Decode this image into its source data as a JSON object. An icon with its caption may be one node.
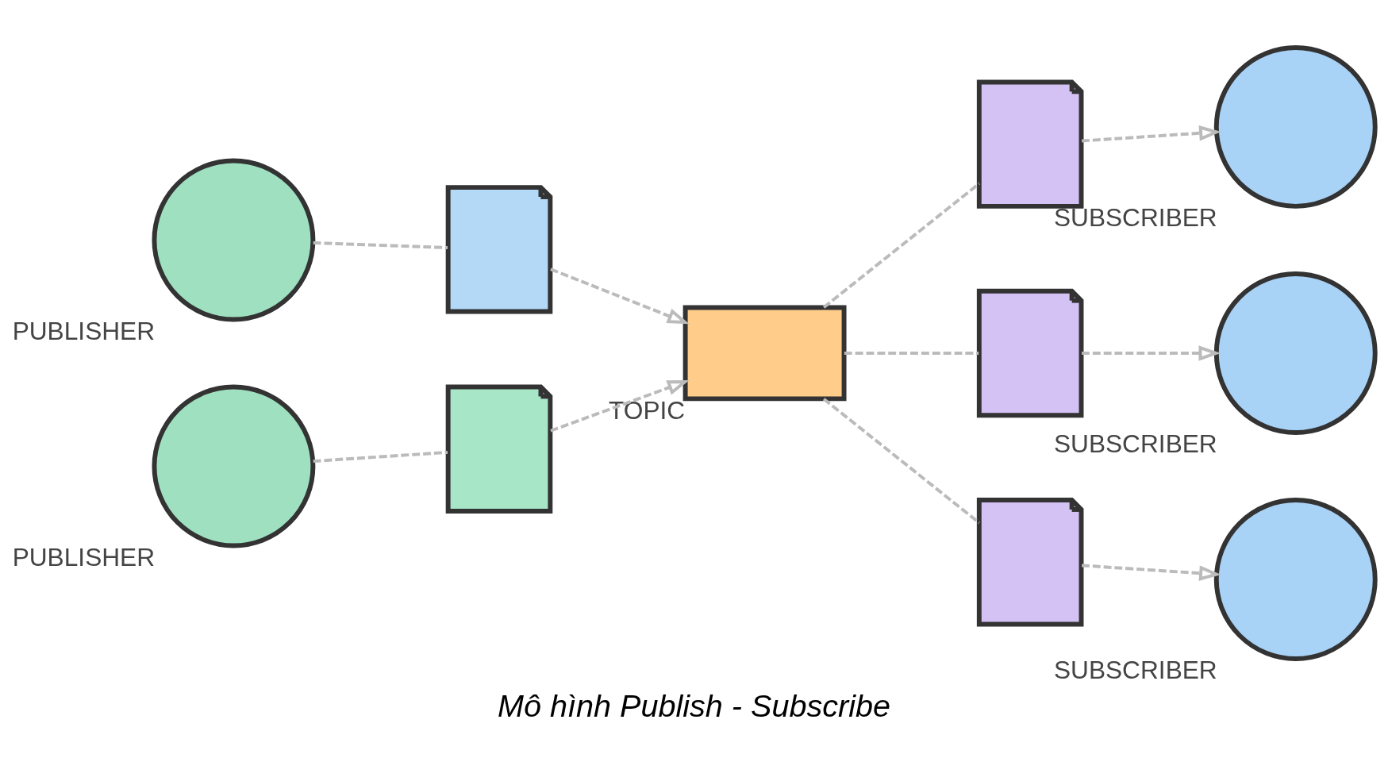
{
  "diagram": {
    "caption": "Mô hình Publish - Subscribe",
    "nodes": [
      {
        "text": [
          "PUBLISHER"
        ]
      },
      {
        "text": [
          "PUBLISHER"
        ]
      },
      {
        "text": [],
        "shape": "picture"
      },
      {
        "text": [],
        "shape": "picture"
      },
      {
        "text": [
          "TOPIC"
        ]
      },
      {
        "text": [],
        "shape": "picture"
      },
      {
        "text": [],
        "shape": "picture"
      },
      {
        "text": [],
        "shape": "picture"
      },
      {
        "text": [
          "SUBSCRIBER"
        ]
      },
      {
        "text": [
          "SUBSCRIBER"
        ]
      },
      {
        "text": [
          "SUBSCRIBER"
        ]
      }
    ],
    "edges": [
      {
        "from": 0,
        "to": 2,
        "arrow": "none",
        "style": "dashed"
      },
      {
        "from": 2,
        "to": 4,
        "arrow": "to",
        "style": "dashed"
      },
      {
        "from": 1,
        "to": 3,
        "arrow": "none",
        "style": "dashed"
      },
      {
        "from": 3,
        "to": 4,
        "arrow": "to",
        "style": "dashed"
      },
      {
        "from": 4,
        "to": 5,
        "arrow": "none",
        "style": "dashed"
      },
      {
        "from": 5,
        "to": 8,
        "arrow": "to",
        "style": "dashed"
      },
      {
        "from": 4,
        "to": 6,
        "arrow": "none",
        "style": "dashed"
      },
      {
        "from": 6,
        "to": 9,
        "arrow": "to",
        "style": "dashed"
      },
      {
        "from": 4,
        "to": 7,
        "arrow": "none",
        "style": "dashed"
      },
      {
        "from": 7,
        "to": 10,
        "arrow": "to",
        "style": "dashed"
      }
    ]
  }
}
